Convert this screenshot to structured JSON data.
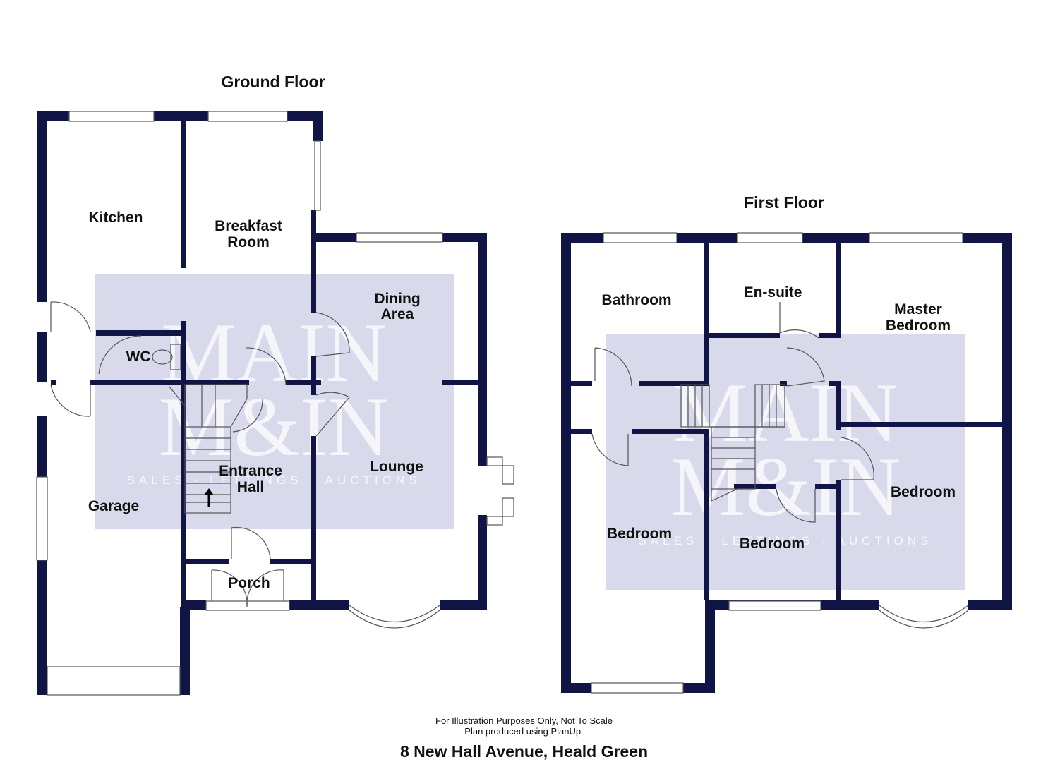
{
  "floors": {
    "ground": {
      "title": "Ground Floor",
      "rooms": {
        "kitchen": "Kitchen",
        "breakfast_1": "Breakfast",
        "breakfast_2": "Room",
        "dining_1": "Dining",
        "dining_2": "Area",
        "wc": "WC",
        "lounge": "Lounge",
        "hall_1": "Entrance",
        "hall_2": "Hall",
        "garage": "Garage",
        "porch": "Porch"
      }
    },
    "first": {
      "title": "First Floor",
      "rooms": {
        "bathroom": "Bathroom",
        "ensuite": "En-suite",
        "master_1": "Master",
        "master_2": "Bedroom",
        "bedroom_left": "Bedroom",
        "bedroom_middle": "Bedroom",
        "bedroom_right": "Bedroom"
      }
    }
  },
  "watermark": {
    "line1": "MAIN",
    "line2": "M&IN",
    "tagline": "SALES · LETTINGS · AUCTIONS",
    "box_color": "#b8bcdc"
  },
  "wall_color": "#101545",
  "footer": {
    "disclaimer_1": "For Illustration Purposes Only, Not To Scale",
    "disclaimer_2": "Plan produced using PlanUp.",
    "address": "8 New Hall Avenue, Heald Green"
  }
}
